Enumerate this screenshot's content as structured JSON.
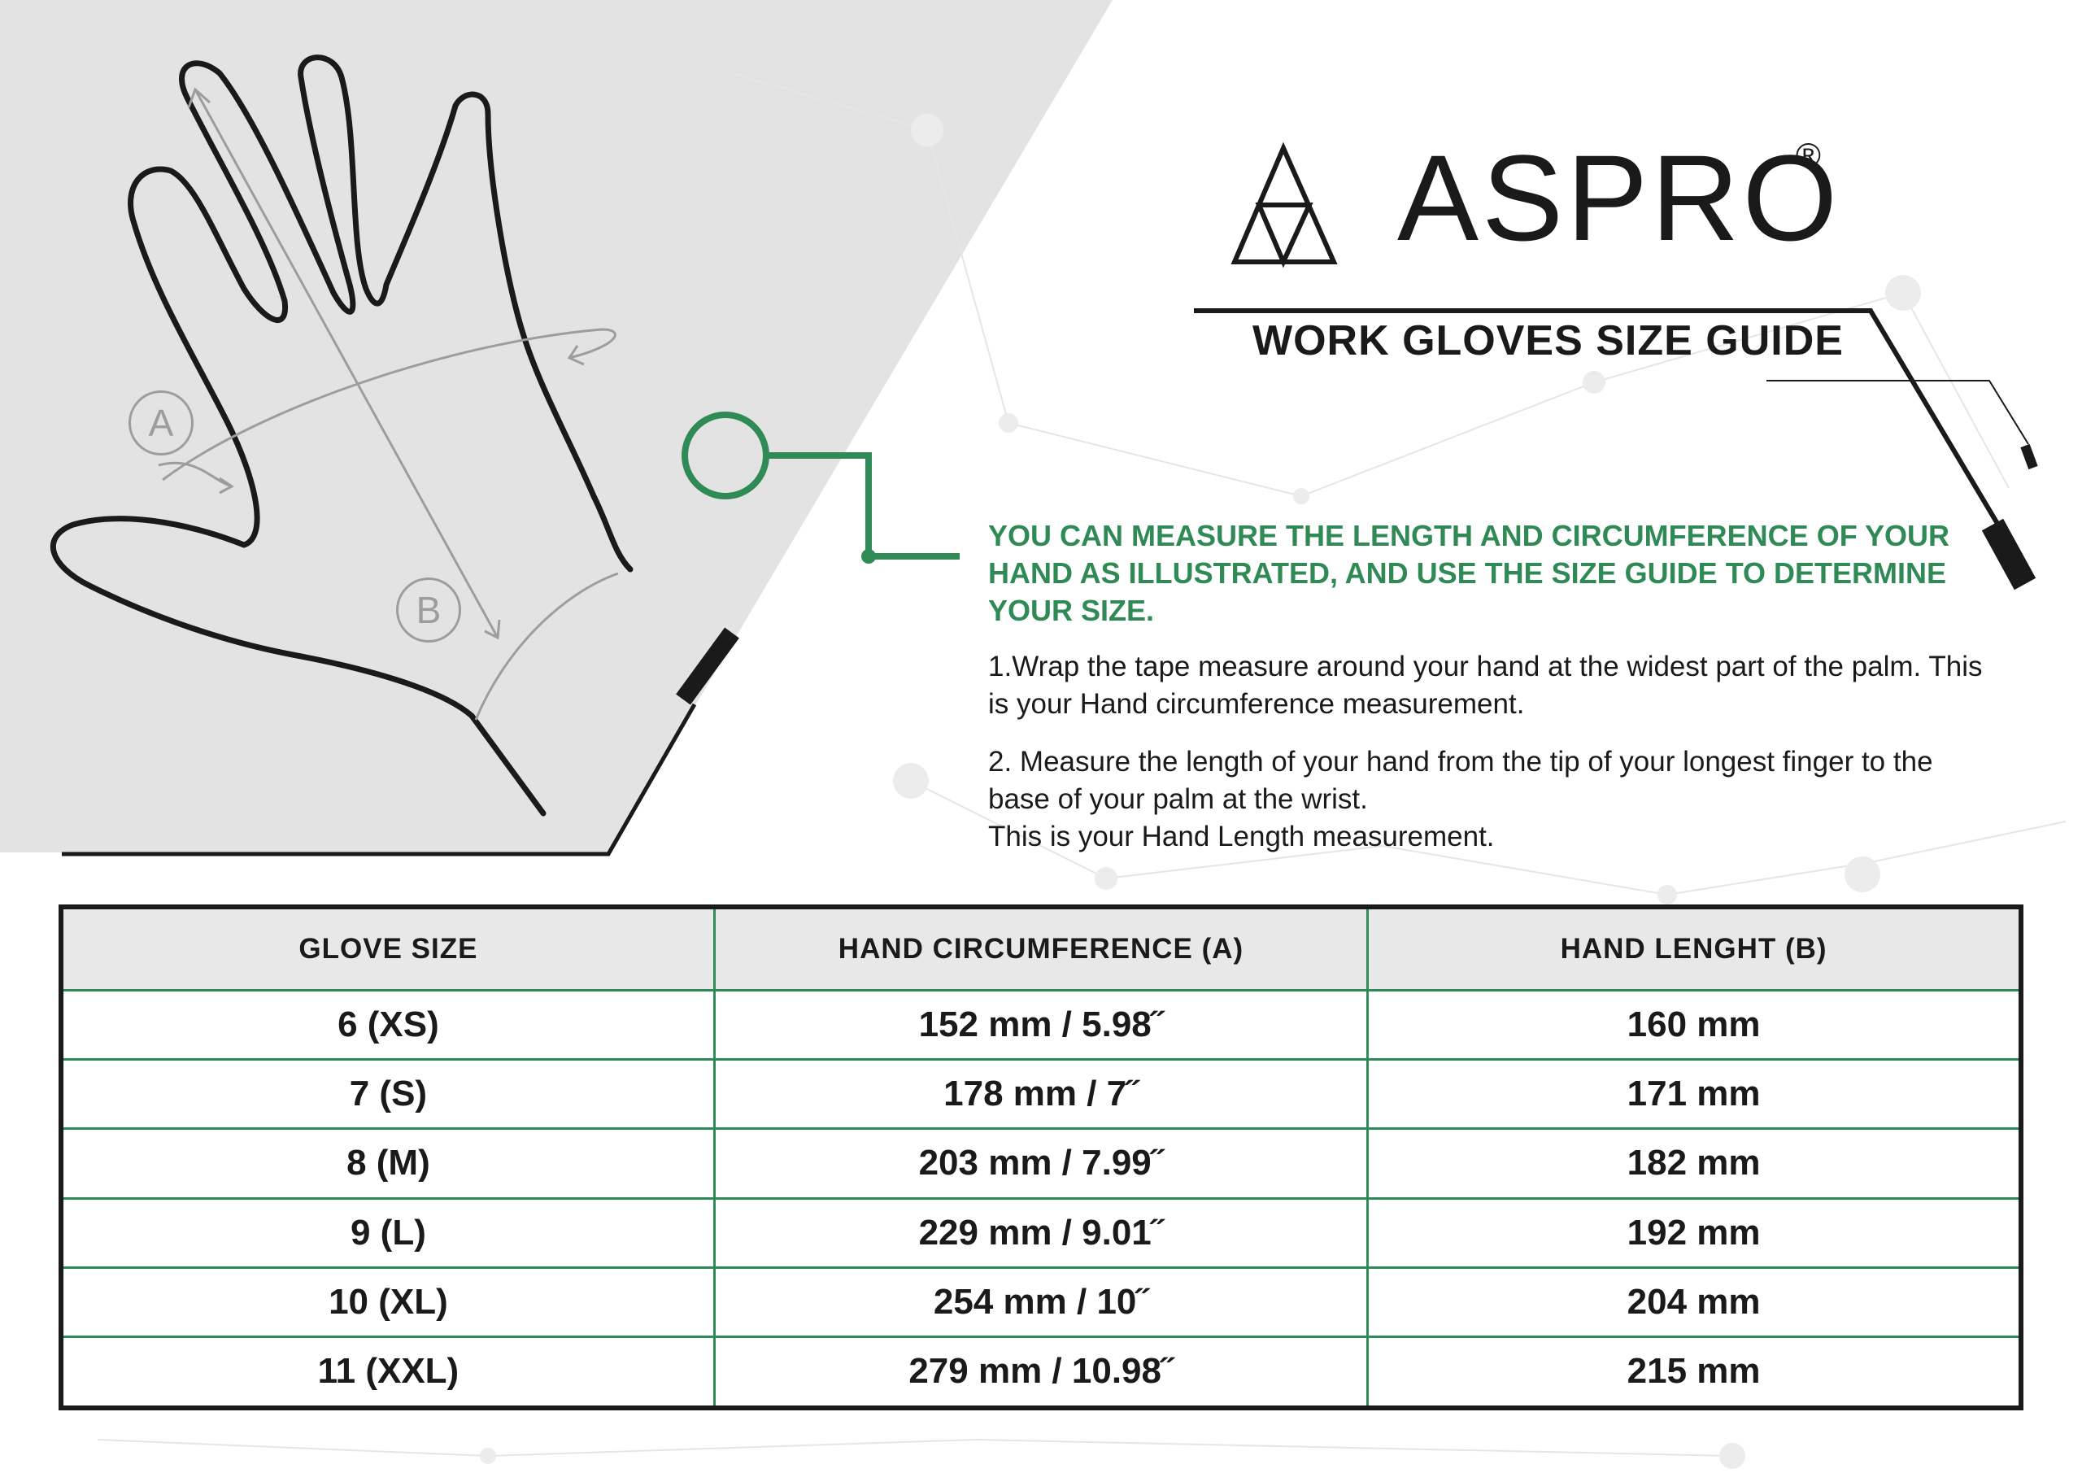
{
  "brand": {
    "name": "ASPRO",
    "registered": "®",
    "logo": "triforce-triangle-logo"
  },
  "title": "WORK GLOVES SIZE GUIDE",
  "hand_labels": {
    "a": "A",
    "b": "B"
  },
  "intro": "YOU CAN MEASURE THE LENGTH AND CIRCUMFERENCE OF YOUR HAND AS ILLUSTRATED, AND USE THE SIZE GUIDE TO DETERMINE YOUR SIZE.",
  "instructions": {
    "step1": "1.Wrap the tape measure around your hand at the widest part of the palm. This is your Hand circumference measurement.",
    "step2_line1": "2. Measure the length of your hand from the tip of your longest finger to the base of your palm at the wrist.",
    "step2_line2": "This is your Hand Length measurement."
  },
  "table": {
    "headers": [
      "GLOVE SIZE",
      "HAND CIRCUMFERENCE (A)",
      "HAND LENGHT (B)"
    ],
    "rows": [
      [
        "6 (XS)",
        "152 mm / 5.98˝",
        "160 mm"
      ],
      [
        "7 (S)",
        "178 mm / 7˝",
        "171 mm"
      ],
      [
        "8 (M)",
        "203 mm / 7.99˝",
        "182 mm"
      ],
      [
        "9 (L)",
        "229 mm / 9.01˝",
        "192 mm"
      ],
      [
        "10 (XL)",
        "254 mm / 10˝",
        "204 mm"
      ],
      [
        "11 (XXL)",
        "279 mm / 10.98˝",
        "215 mm"
      ]
    ]
  },
  "colors": {
    "accent_green": "#2f8a55",
    "panel_gray": "#e3e3e3",
    "ink": "#1a1a1a",
    "header_bg": "#e8e8e8"
  }
}
